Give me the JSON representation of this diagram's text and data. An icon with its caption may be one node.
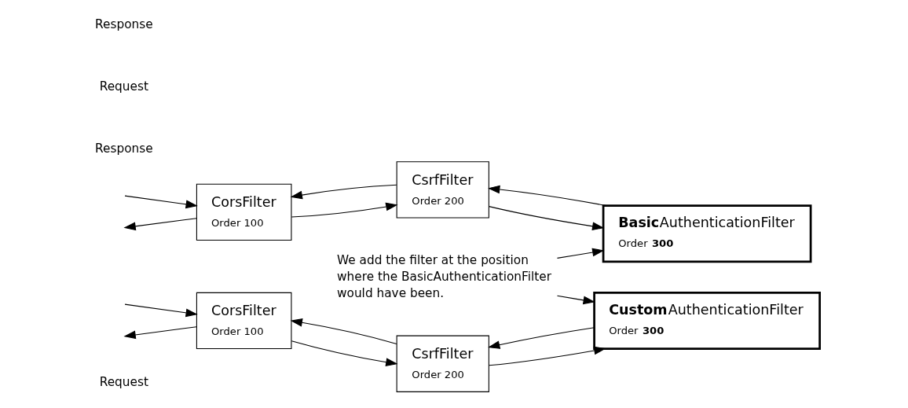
{
  "diagram": {
    "nodes": [
      {
        "text": [
          "CorsFilter",
          "Order 100"
        ]
      },
      {
        "text": [
          "CsrfFilter",
          "Order 200"
        ]
      },
      {
        "text": [
          "**Basic**AuthenticationFilter",
          "Order **300**"
        ]
      },
      {
        "text": [
          "We add the filter at the position where the BasicAuthenticationFilter would have been."
        ]
      },
      {
        "text": [
          "CorsFilter",
          "Order 100"
        ]
      },
      {
        "text": [
          "CsrfFilter",
          "Order 200"
        ]
      },
      {
        "text": [
          "**Custom**AuthenticationFilter",
          "Order **300**"
        ]
      }
    ],
    "edges": [
      {
        "from": null,
        "to": 0,
        "arrow": "to"
      },
      {
        "from": 0,
        "to": null,
        "arrow": "to"
      },
      {
        "from": 0,
        "to": 1,
        "arrow": "to"
      },
      {
        "from": 1,
        "to": 0,
        "arrow": "to"
      },
      {
        "from": 1,
        "to": 2,
        "arrow": "to"
      },
      {
        "from": 2,
        "to": 1,
        "arrow": "to"
      },
      {
        "from": 3,
        "to": 2,
        "arrow": "to"
      },
      {
        "from": 3,
        "to": 6,
        "arrow": "to"
      },
      {
        "from": null,
        "to": 4,
        "arrow": "to"
      },
      {
        "from": 4,
        "to": null,
        "arrow": "to"
      },
      {
        "from": 4,
        "to": 5,
        "arrow": "to"
      },
      {
        "from": 5,
        "to": 4,
        "arrow": "to"
      },
      {
        "from": 5,
        "to": 6,
        "arrow": "to"
      },
      {
        "from": 6,
        "to": 5,
        "arrow": "to"
      }
    ],
    "labels": [
      "Request",
      "Response",
      "Request",
      "Response"
    ]
  }
}
